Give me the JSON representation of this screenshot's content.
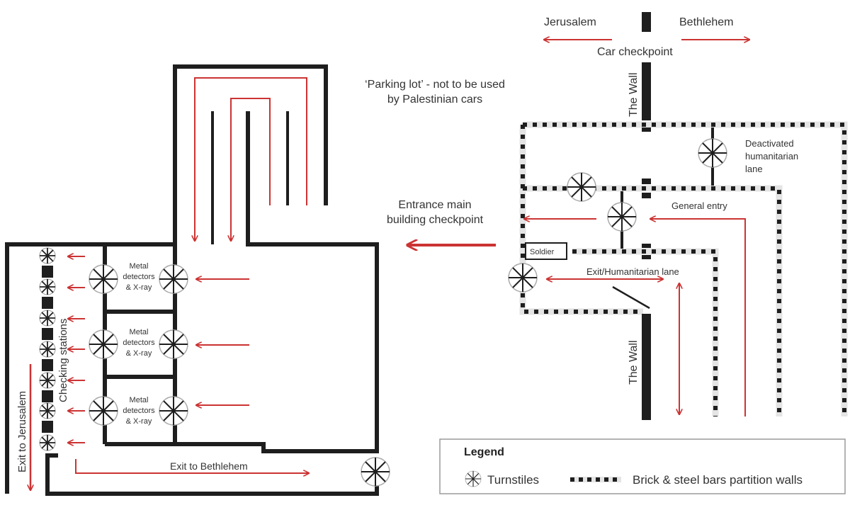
{
  "colors": {
    "wall": "#1e1e1e",
    "arrow": "#cc3333",
    "text": "#333333",
    "partition_bg": "#e4e4e4",
    "turnstile_ring": "#aaaaaa"
  },
  "top": {
    "jerusalem": "Jerusalem",
    "bethlehem": "Bethlehem",
    "car_checkpoint": "Car checkpoint",
    "the_wall_upper": "The Wall",
    "the_wall_lower": "The Wall"
  },
  "parking": {
    "line1": "‘Parking lot’ - not to be used",
    "line2": "by Palestinian cars"
  },
  "entrance": {
    "line1": "Entrance main",
    "line2": "building checkpoint"
  },
  "right_area": {
    "deactivated_line1": "Deactivated",
    "deactivated_line2": "humanitarian",
    "deactivated_line3": "lane",
    "general_entry": "General entry",
    "soldier": "Soldier",
    "exit_humanitarian": "Exit/Humanitarian lane"
  },
  "main_building": {
    "detectors": [
      {
        "line1": "Metal",
        "line2": "detectors",
        "line3": "& X-ray"
      },
      {
        "line1": "Metal",
        "line2": "detectors",
        "line3": "& X-ray"
      },
      {
        "line1": "Metal",
        "line2": "detectors",
        "line3": "& X-ray"
      }
    ],
    "checking_stations": "Checking stations",
    "exit_jerusalem": "Exit to Jerusalem",
    "exit_bethlehem": "Exit to Bethlehem"
  },
  "legend": {
    "title": "Legend",
    "turnstiles": "Turnstiles",
    "partition_walls": "Brick & steel bars partition walls"
  }
}
